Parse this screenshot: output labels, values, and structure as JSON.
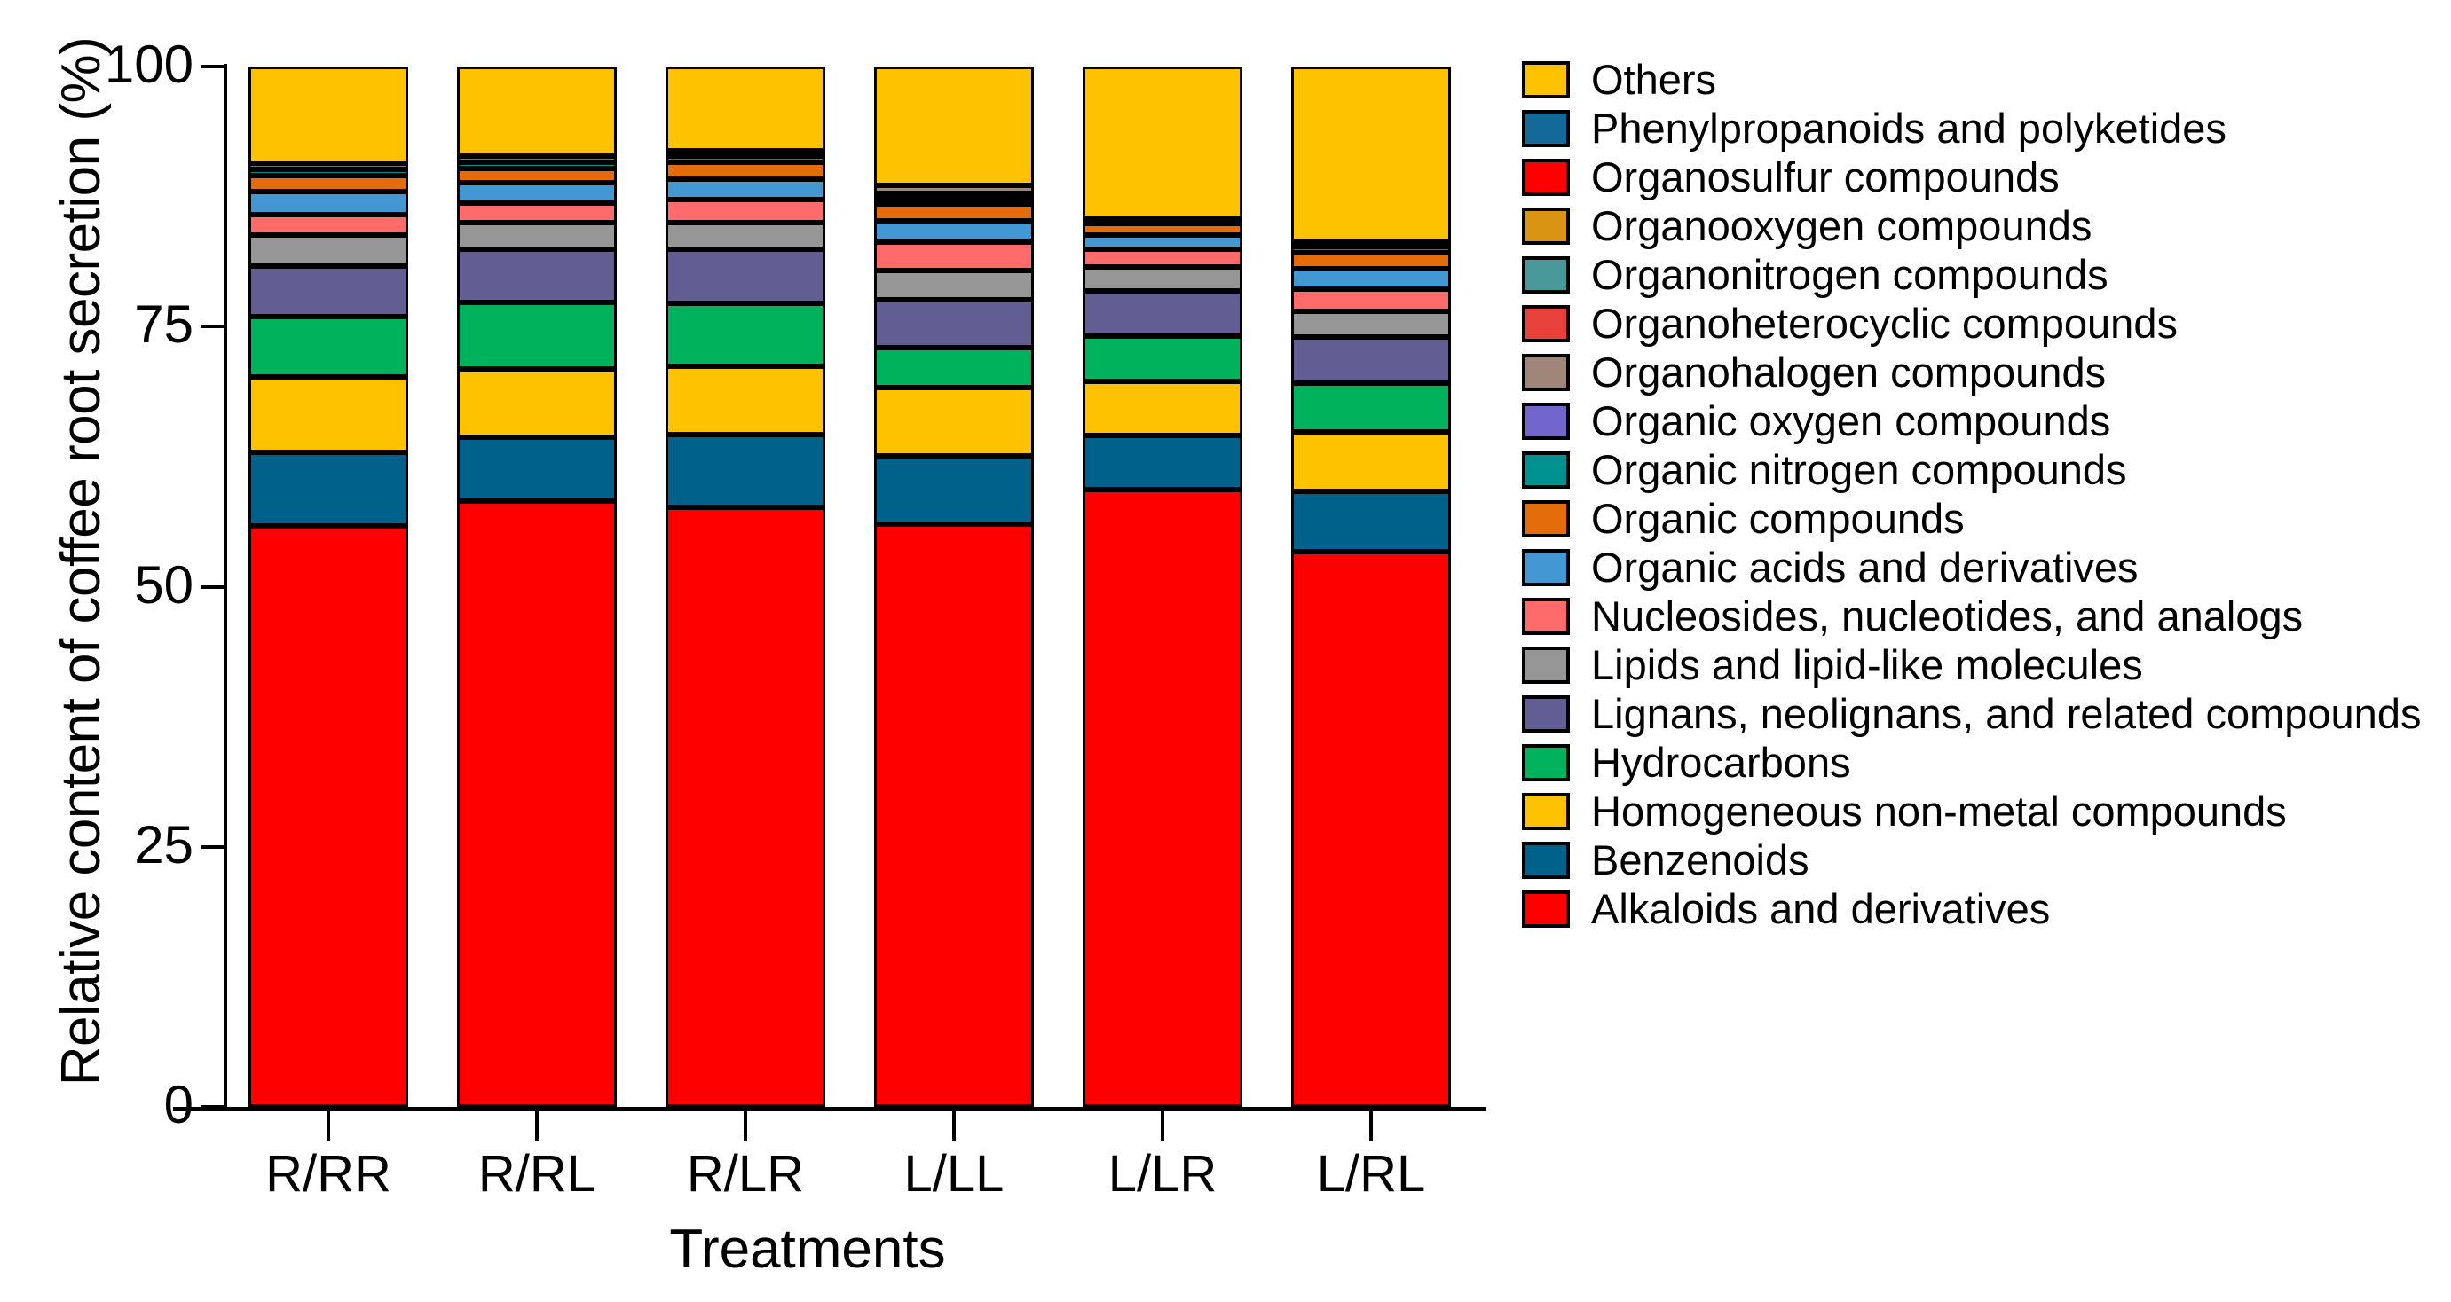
{
  "chart_data": {
    "type": "bar",
    "subtype": "stacked-percentage",
    "title": "",
    "xlabel": "Treatments",
    "ylabel": "Relative content of coffee root secretion (%)",
    "categories": [
      "R/RR",
      "R/RL",
      "R/LR",
      "L/LL",
      "L/LR",
      "L/RL"
    ],
    "ylim": [
      0,
      100
    ],
    "yticks": [
      0,
      25,
      50,
      75,
      100
    ],
    "ytick_labels": [
      "0",
      "25",
      "50",
      "75",
      "100"
    ],
    "grid": false,
    "legend_position": "right",
    "stack_order_bottom_to_top": [
      "Alkaloids and derivatives",
      "Benzenoids",
      "Homogeneous non-metal compounds",
      "Hydrocarbons",
      "Lignans, neolignans, and related compounds",
      "Lipids and lipid-like molecules",
      "Nucleosides, nucleotides, and analogs",
      "Organic acids and derivatives",
      "Organic compounds",
      "Organic nitrogen compounds",
      "Organic oxygen compounds",
      "Organohalogen compounds",
      "Organoheterocyclic compounds",
      "Organonitrogen compounds",
      "Organooxygen compounds",
      "Organosulfur compounds",
      "Phenylpropanoids and polyketides",
      "Others"
    ],
    "series": [
      {
        "name": "Alkaloids and derivatives",
        "color": "#FF0000",
        "values": [
          55.8,
          58.2,
          57.6,
          56.0,
          59.3,
          53.4
        ]
      },
      {
        "name": "Benzenoids",
        "color": "#00628B",
        "values": [
          7.1,
          6.2,
          7.0,
          6.6,
          5.2,
          5.8
        ]
      },
      {
        "name": "Homogeneous non-metal compounds",
        "color": "#FFC200",
        "values": [
          7.3,
          6.5,
          6.6,
          6.5,
          5.2,
          5.7
        ]
      },
      {
        "name": "Hydrocarbons",
        "color": "#00B25B",
        "values": [
          5.8,
          6.4,
          6.0,
          3.9,
          4.4,
          4.7
        ]
      },
      {
        "name": "Lignans, neolignans, and related compounds",
        "color": "#625E93",
        "values": [
          4.8,
          5.1,
          5.2,
          4.6,
          4.3,
          4.4
        ]
      },
      {
        "name": "Lipids and lipid-like molecules",
        "color": "#969696",
        "values": [
          3.0,
          2.6,
          2.6,
          2.8,
          2.3,
          2.5
        ]
      },
      {
        "name": "Nucleosides, nucleotides, and analogs",
        "color": "#FF6B6B",
        "values": [
          2.0,
          1.9,
          2.2,
          2.7,
          1.7,
          2.1
        ]
      },
      {
        "name": "Organic acids and derivatives",
        "color": "#4397D3",
        "values": [
          2.2,
          1.9,
          2.0,
          2.1,
          1.4,
          2.0
        ]
      },
      {
        "name": "Organic compounds",
        "color": "#E46C0A",
        "values": [
          1.5,
          1.4,
          1.6,
          1.6,
          1.1,
          1.5
        ]
      },
      {
        "name": "Organic nitrogen compounds",
        "color": "#009191",
        "values": [
          0.6,
          0.6,
          0.6,
          0.5,
          0.3,
          0.6
        ]
      },
      {
        "name": "Organic oxygen compounds",
        "color": "#7265CC",
        "values": [
          0.6,
          0.6,
          0.5,
          0.5,
          0.2,
          0.5
        ]
      },
      {
        "name": "Organohalogen compounds",
        "color": "#A08678",
        "values": [
          0.0,
          0.0,
          0.0,
          0.8,
          0.0,
          0.0
        ]
      },
      {
        "name": "Organoheterocyclic compounds",
        "color": "#E8403A",
        "values": [
          0.0,
          0.0,
          0.0,
          0.0,
          0.0,
          0.0
        ]
      },
      {
        "name": "Organonitrogen compounds",
        "color": "#49999B",
        "values": [
          0.0,
          0.0,
          0.0,
          0.0,
          0.0,
          0.0
        ]
      },
      {
        "name": "Organooxygen compounds",
        "color": "#D99414",
        "values": [
          0.0,
          0.0,
          0.0,
          0.0,
          0.0,
          0.0
        ]
      },
      {
        "name": "Organosulfur compounds",
        "color": "#FF0000",
        "values": [
          0.0,
          0.0,
          0.0,
          0.0,
          0.0,
          0.0
        ]
      },
      {
        "name": "Phenylpropanoids and polyketides",
        "color": "#14699B",
        "values": [
          0.0,
          0.0,
          0.0,
          0.0,
          0.0,
          0.0
        ]
      },
      {
        "name": "Others",
        "color": "#FFC200",
        "values": [
          9.3,
          8.6,
          8.1,
          11.4,
          14.6,
          16.8
        ]
      }
    ]
  },
  "legend": {
    "items": [
      {
        "label": "Others",
        "color": "#FFC200"
      },
      {
        "label": "Phenylpropanoids and polyketides",
        "color": "#14699B"
      },
      {
        "label": "Organosulfur compounds",
        "color": "#FF0000"
      },
      {
        "label": "Organooxygen compounds",
        "color": "#D99414"
      },
      {
        "label": "Organonitrogen compounds",
        "color": "#49999B"
      },
      {
        "label": "Organoheterocyclic compounds",
        "color": "#E8403A"
      },
      {
        "label": "Organohalogen compounds",
        "color": "#A08678"
      },
      {
        "label": "Organic oxygen compounds",
        "color": "#7265CC"
      },
      {
        "label": "Organic nitrogen compounds",
        "color": "#009191"
      },
      {
        "label": "Organic compounds",
        "color": "#E46C0A"
      },
      {
        "label": "Organic acids and derivatives",
        "color": "#4397D3"
      },
      {
        "label": "Nucleosides, nucleotides, and analogs",
        "color": "#FF6B6B"
      },
      {
        "label": "Lipids and lipid-like molecules",
        "color": "#969696"
      },
      {
        "label": "Lignans, neolignans, and related compounds",
        "color": "#625E93"
      },
      {
        "label": "Hydrocarbons",
        "color": "#00B25B"
      },
      {
        "label": "Homogeneous non-metal compounds",
        "color": "#FFC200"
      },
      {
        "label": "Benzenoids",
        "color": "#00628B"
      },
      {
        "label": "Alkaloids and derivatives",
        "color": "#FF0000"
      }
    ]
  }
}
